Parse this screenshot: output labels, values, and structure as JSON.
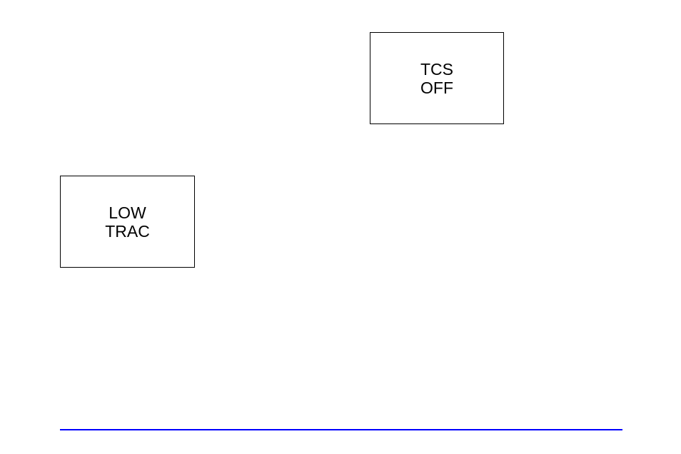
{
  "indicators": {
    "tcs_off": {
      "line1": "TCS",
      "line2": "OFF"
    },
    "low_trac": {
      "line1": "LOW",
      "line2": "TRAC"
    }
  },
  "colors": {
    "rule": "#0000ff",
    "border": "#000000",
    "text": "#000000"
  }
}
